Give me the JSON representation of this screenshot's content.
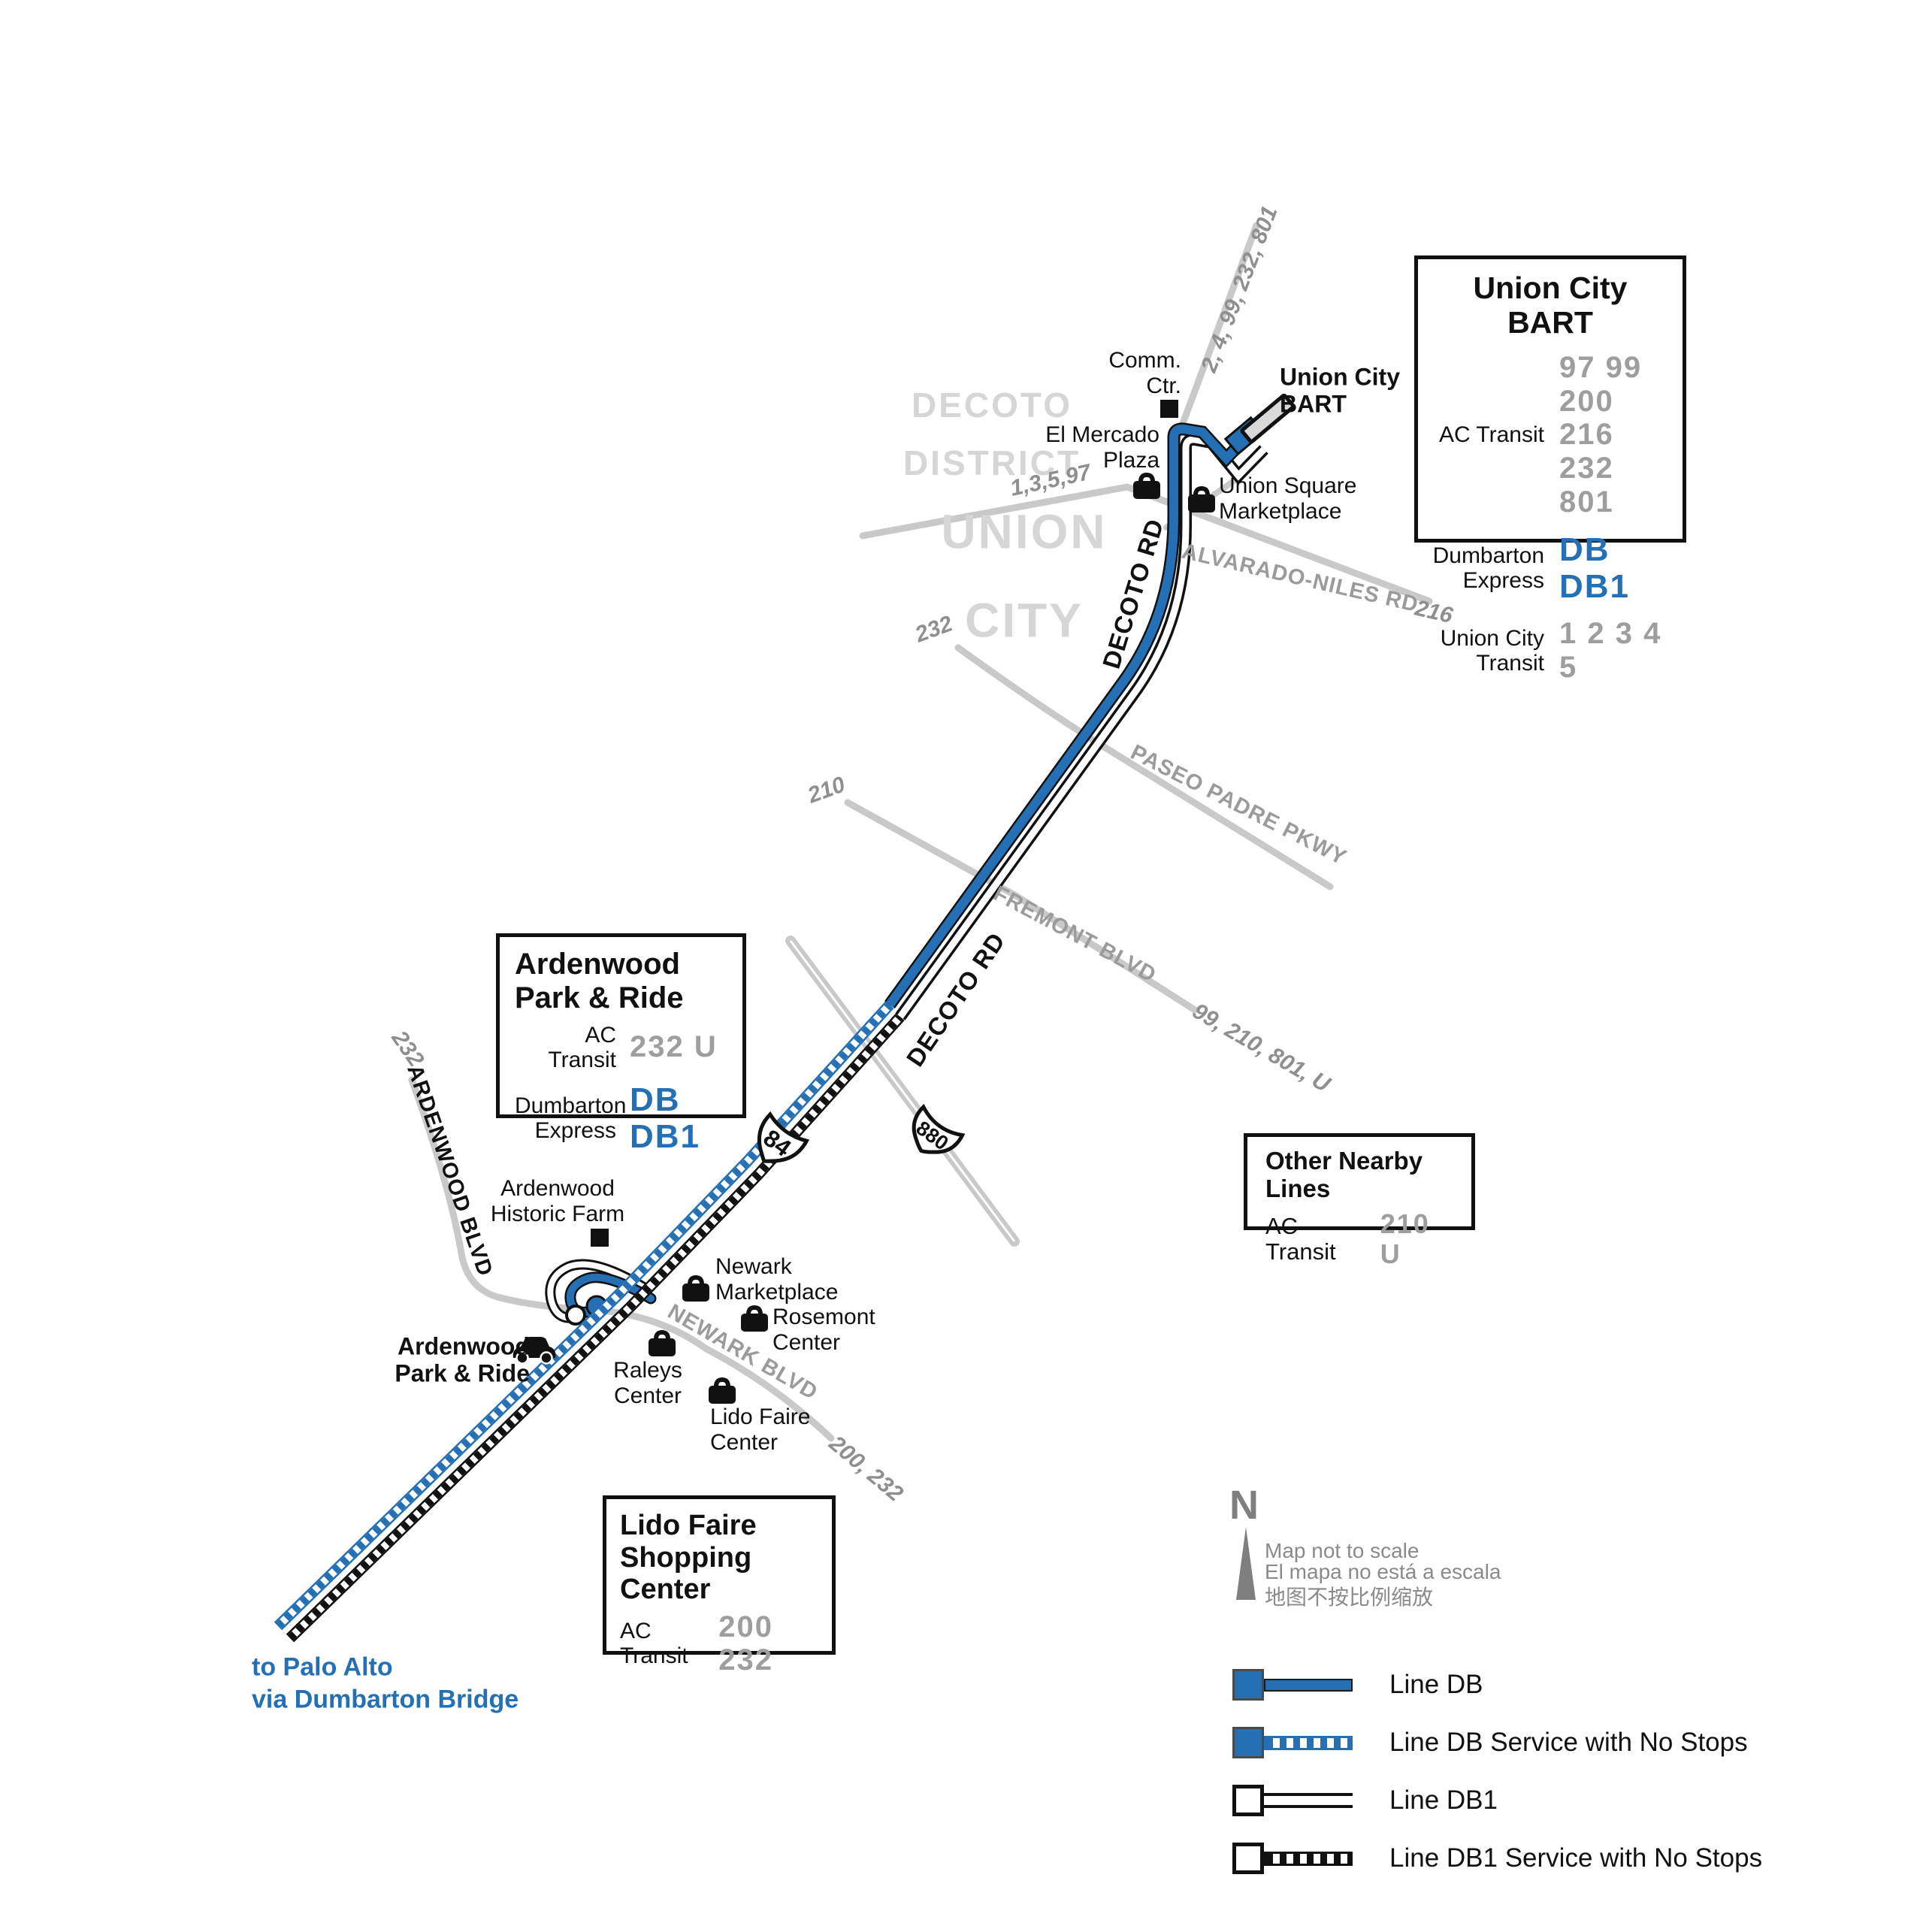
{
  "map": {
    "districts": {
      "decoto_line1": "DECOTO",
      "decoto_line2": "DISTRICT",
      "union_line1": "UNION",
      "union_line2": "CITY"
    },
    "roads": {
      "decoto_upper": "DECOTO RD",
      "decoto_lower": "DECOTO RD",
      "alvarado_niles": "ALVARADO-NILES RD",
      "paseo_padre": "PASEO PADRE PKWY",
      "fremont": "FREMONT BLVD",
      "newark": "NEWARK BLVD",
      "ardenwood": "ARDENWOOD BLVD"
    },
    "route_numbers": {
      "bart_north": "2, 4, 99, 232, 801",
      "decoto_west": "1,3,5,97",
      "alvarado_east": "216",
      "paseo_west": "232",
      "fremont_west": "210",
      "fremont_east": "99, 210, 801, U",
      "newark_east": "200, 232",
      "ardenwood_north": "232"
    },
    "shields": {
      "ca84": "84",
      "i880": "880"
    },
    "landmarks": {
      "comm_ctr": "Comm.\nCtr.",
      "union_city_bart": "Union City\nBART",
      "el_mercado": "El Mercado\nPlaza",
      "union_square": "Union Square\nMarketplace",
      "ardenwood_farm": "Ardenwood\nHistoric Farm",
      "ardenwood_pnr": "Ardenwood\nPark & Ride",
      "newark_marketplace": "Newark\nMarketplace",
      "rosemont": "Rosemont\nCenter",
      "raleys": "Raleys\nCenter",
      "lido_faire": "Lido Faire\nCenter"
    },
    "destination": {
      "palo_alto": "to Palo Alto\nvia Dumbarton Bridge"
    }
  },
  "boxes": {
    "union_city_bart": {
      "title": "Union City BART",
      "rows": [
        {
          "label": "AC Transit",
          "value": "97 99\n200 216\n232 801"
        },
        {
          "label": "Dumbarton Express",
          "value": "DB DB1"
        },
        {
          "label": "Union City Transit",
          "value": "1 2 3 4 5"
        }
      ]
    },
    "ardenwood": {
      "title": "Ardenwood\nPark & Ride",
      "rows": [
        {
          "label": "AC Transit",
          "value": "232 U"
        },
        {
          "label": "Dumbarton Express",
          "value": "DB DB1"
        }
      ]
    },
    "other_nearby": {
      "title": "Other Nearby Lines",
      "rows": [
        {
          "label": "AC Transit",
          "value": "210 U"
        }
      ]
    },
    "lido_faire": {
      "title": "Lido Faire\nShopping\nCenter",
      "rows": [
        {
          "label": "AC Transit",
          "value": "200 232"
        }
      ]
    }
  },
  "north": {
    "label": "N",
    "note_en": "Map not to scale",
    "note_es": "El mapa no está a escala",
    "note_zh": "地图不按比例缩放"
  },
  "legend": {
    "items": [
      {
        "label": "Line DB"
      },
      {
        "label": "Line DB Service with No Stops"
      },
      {
        "label": "Line DB1"
      },
      {
        "label": "Line DB1 Service with No Stops"
      }
    ]
  },
  "colors": {
    "line_db_blue": "#2570b4",
    "road_gray": "#c9c9c9",
    "label_gray": "#9b9b9b",
    "district_gray": "#d6d6d6",
    "value_gray": "#9e9e9e"
  }
}
